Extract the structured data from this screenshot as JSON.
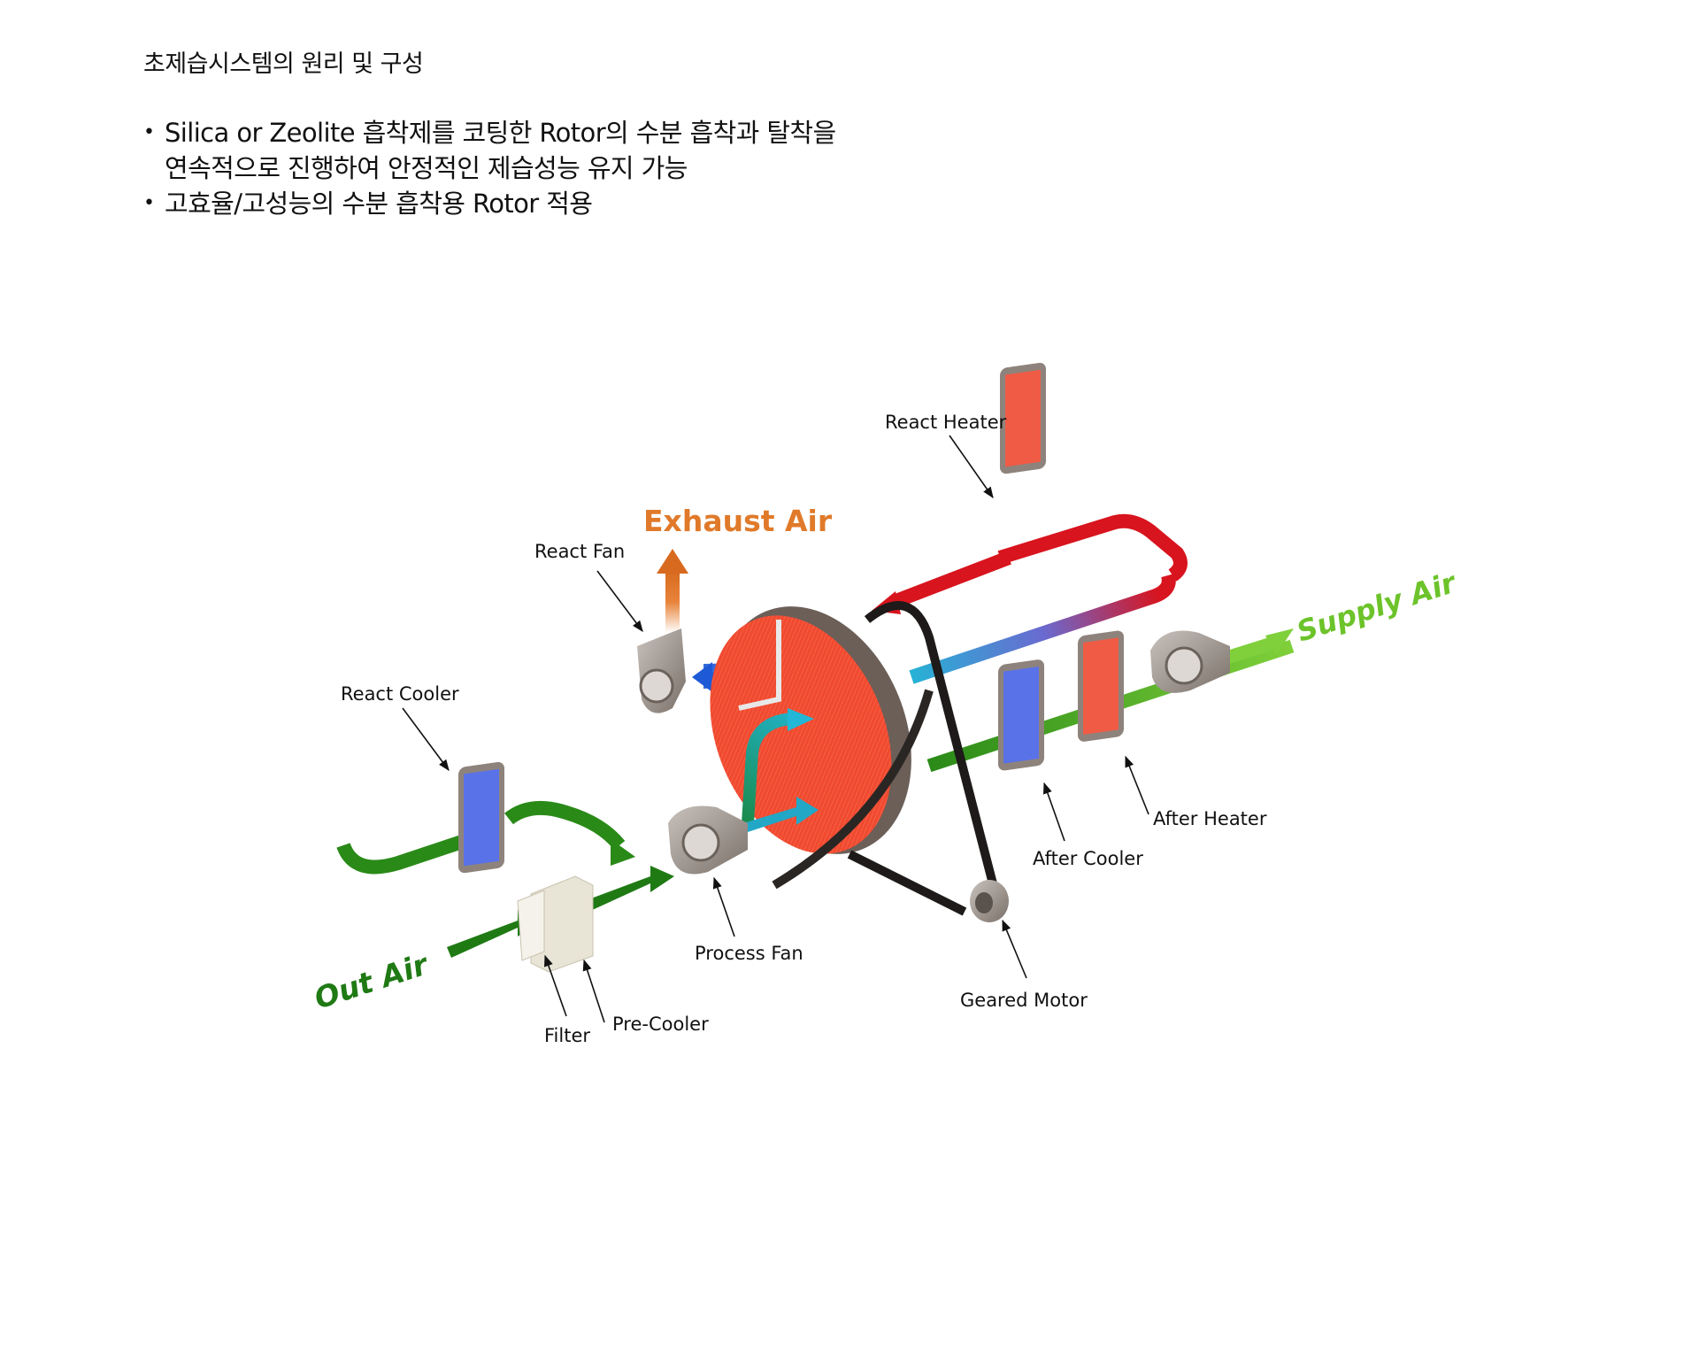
{
  "title": "초제습시스템의 원리 및 구성",
  "bullets": [
    {
      "line1": "Silica or Zeolite 흡착제를 코팅한 Rotor의 수분 흡착과 탈착을",
      "line2": "연속적으로 진행하여 안정적인 제습성능 유지 가능"
    },
    {
      "line1": "고효율/고성능의 수분 흡착용 Rotor 적용",
      "line2": ""
    }
  ],
  "diagram": {
    "labels": {
      "react_heater": "React Heater",
      "react_fan": "React Fan",
      "react_cooler": "React Cooler",
      "process_fan": "Process Fan",
      "filter": "Filter",
      "pre_cooler": "Pre-Cooler",
      "geared_motor": "Geared Motor",
      "after_cooler": "After Cooler",
      "after_heater": "After Heater",
      "exhaust_air": "Exhaust Air",
      "supply_air": "Supply Air",
      "out_air": "Out Air"
    },
    "colors": {
      "exhaust": "#e07a2a",
      "supply": "#6cc32a",
      "out_air": "#1f7a14",
      "hot": "#d8141e",
      "cool": "#2a5fe0",
      "rotor": "#f04a30"
    }
  }
}
